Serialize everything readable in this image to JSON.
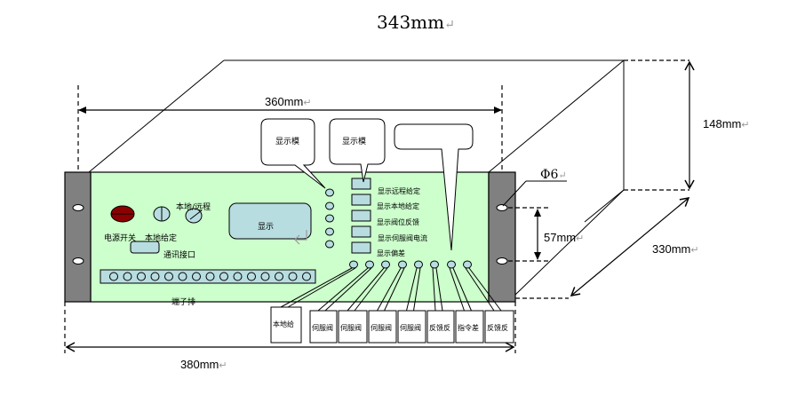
{
  "dimensions": {
    "depth_top": "343mm",
    "mount_width": "360mm",
    "height": "148mm",
    "hole_diameter": "Φ6",
    "hole_spacing": "57mm",
    "depth_side": "330mm",
    "total_width": "380mm",
    "return_mark": "↵"
  },
  "callouts": {
    "display_module_1": "显示模",
    "display_module_2": "显示模",
    "blank_callout": ""
  },
  "panel": {
    "local_remote_label": "本地/远程",
    "power_switch_label": "电源开关",
    "local_setpoint_label": "本地给定",
    "comm_port_label": "通讯接口",
    "display_label": "显示",
    "terminal_block_label": "端子排",
    "indicator_labels": [
      "显示远程给定",
      "显示本地给定",
      "显示阀位反馈",
      "显示伺服阀电流",
      "显示偏差"
    ]
  },
  "terminal_boxes": [
    "本地给",
    "伺服阀",
    "伺服阀",
    "伺服阀",
    "伺服阀",
    "反馈反",
    "指令差",
    "反馈反"
  ],
  "colors": {
    "panel_green": "#ccffcc",
    "ear_gray": "#808080",
    "component_blue": "#b8dde0",
    "power_button": "#8b0000"
  }
}
